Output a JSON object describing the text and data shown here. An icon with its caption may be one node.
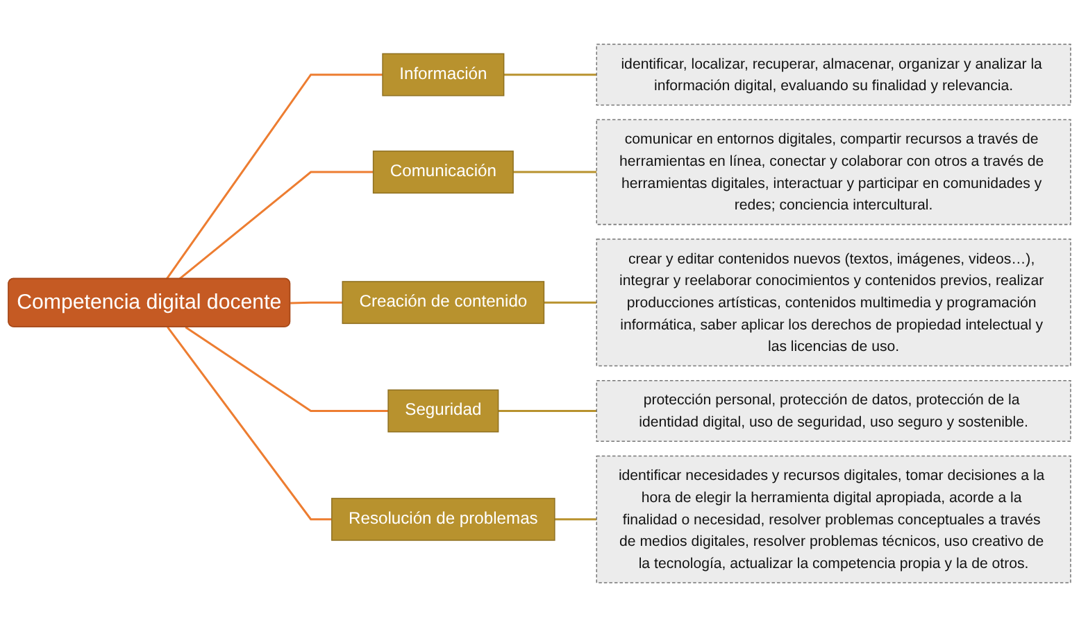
{
  "diagram": {
    "nodes": [
      {
        "text": [
          "Competencia digital docente"
        ]
      },
      {
        "text": [
          "Información"
        ]
      },
      {
        "text": [
          "Comunicación"
        ]
      },
      {
        "text": [
          "Creación de contenido"
        ]
      },
      {
        "text": [
          "Seguridad"
        ]
      },
      {
        "text": [
          "Resolución de problemas"
        ]
      },
      {
        "text": [
          "identificar, localizar, recuperar, almacenar, organizar y analizar la información digital, evaluando su finalidad y relevancia."
        ]
      },
      {
        "text": [
          "comunicar en entornos digitales, compartir recursos a través de herramientas en línea, conectar y colaborar con otros a través de herramientas digitales, interactuar y participar en comunidades y redes; conciencia intercultural."
        ]
      },
      {
        "text": [
          "crear y editar contenidos nuevos (textos, imágenes, videos…), integrar y reelaborar conocimientos y contenidos previos, realizar producciones artísticas, contenidos multimedia y programación informática, saber aplicar los derechos de propiedad intelectual y las licencias de uso."
        ]
      },
      {
        "text": [
          "protección personal, protección de datos, protección de la identidad digital, uso de seguridad, uso seguro y sostenible."
        ]
      },
      {
        "text": [
          "identificar necesidades y recursos digitales, tomar decisiones a la hora de elegir la herramienta digital apropiada, acorde a la finalidad o necesidad, resolver problemas conceptuales a través de medios digitales, resolver problemas técnicos, uso creativo de la tecnología, actualizar la competencia propia y la de otros."
        ]
      }
    ],
    "edges": [
      {
        "from": 0,
        "to": 1,
        "arrow": "none",
        "color": "#ed7d31"
      },
      {
        "from": 0,
        "to": 2,
        "arrow": "none",
        "color": "#ed7d31"
      },
      {
        "from": 0,
        "to": 3,
        "arrow": "none",
        "color": "#ed7d31"
      },
      {
        "from": 0,
        "to": 4,
        "arrow": "none",
        "color": "#ed7d31"
      },
      {
        "from": 0,
        "to": 5,
        "arrow": "none",
        "color": "#ed7d31"
      },
      {
        "from": 1,
        "to": 6,
        "arrow": "none",
        "color": "#b8922e"
      },
      {
        "from": 2,
        "to": 7,
        "arrow": "none",
        "color": "#b8922e"
      },
      {
        "from": 3,
        "to": 8,
        "arrow": "none",
        "color": "#b8922e"
      },
      {
        "from": 4,
        "to": 9,
        "arrow": "none",
        "color": "#b8922e"
      },
      {
        "from": 5,
        "to": 10,
        "arrow": "none",
        "color": "#b8922e"
      }
    ]
  }
}
